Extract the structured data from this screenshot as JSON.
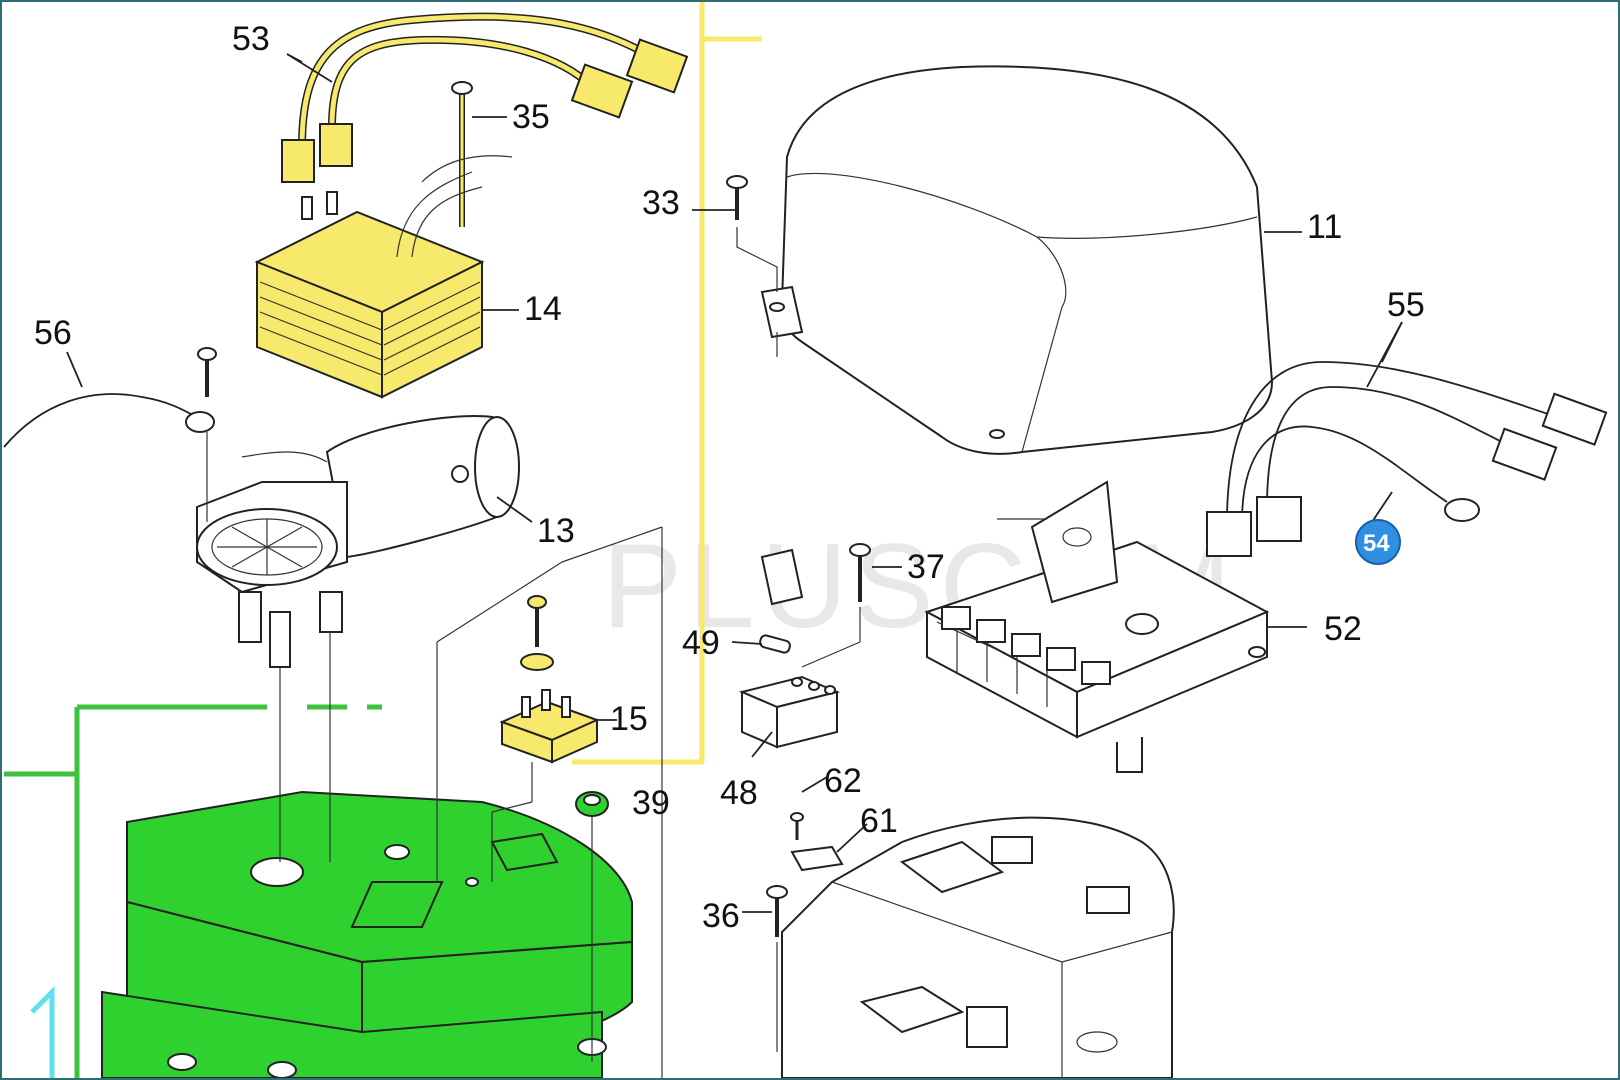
{
  "watermark": "PLUSCOM",
  "callouts": [
    "53",
    "35",
    "33",
    "11",
    "14",
    "56",
    "55",
    "13",
    "54",
    "37",
    "52",
    "49",
    "15",
    "48",
    "62",
    "39",
    "61",
    "36"
  ],
  "colors": {
    "highlight_yellow": "#f6e96b",
    "highlight_green": "#2fd12f",
    "guide_green": "#3cc23c",
    "guide_cyan": "#5fe0ee",
    "badge_blue": "#2f8fe0",
    "frame": "#2f6f73"
  }
}
